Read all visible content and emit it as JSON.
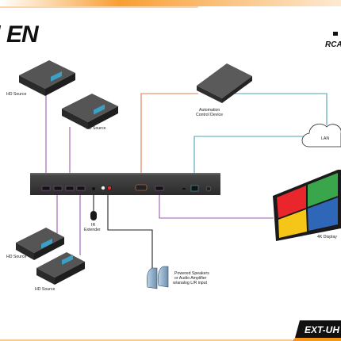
{
  "brand": {
    "logo_text": "EN"
  },
  "header": {
    "top_right_label": "RCA"
  },
  "footer": {
    "model_label": "EXT-UH"
  },
  "labels": {
    "hd_source_1": "HD Source",
    "hd_source_2": "HD Source",
    "hd_source_3": "HD Source",
    "hd_source_4": "HD Source",
    "automation_line1": "Automation",
    "automation_line2": "Control Device",
    "lan": "LAN",
    "ir_line1": "IR",
    "ir_line2": "Extender",
    "speakers_line1": "Powered Speakers",
    "speakers_line2": "or Audio Amplifier",
    "speakers_line3": "w/analog L/R input",
    "display": "4K Display"
  },
  "colors": {
    "accent_orange": "#f7941d",
    "hdmi_purple": "#9b59b6",
    "serial_orange": "#e07b4f",
    "lan_teal": "#4aa3b5",
    "device_dark": "#3a3a3a",
    "display_red": "#e8262c",
    "display_green": "#3aa64b",
    "display_blue": "#2e66b8",
    "display_yellow": "#f5c518"
  }
}
